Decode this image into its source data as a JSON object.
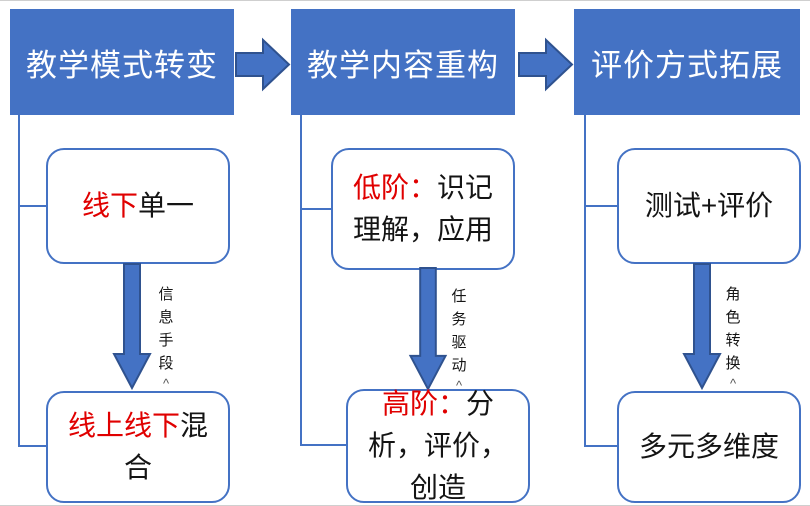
{
  "diagram": {
    "columns": [
      {
        "header": "教学模式转变",
        "boxes": [
          {
            "red": "线下",
            "black": "单一"
          },
          {
            "red": "线上线下",
            "black": "混合"
          }
        ],
        "arrow_label": "信息手段",
        "arrow_caret": "^"
      },
      {
        "header": "教学内容重构",
        "boxes": [
          {
            "red": "低阶：",
            "black": "识记理解，应用"
          },
          {
            "red": "高阶：",
            "black": "分析，评价，创造"
          }
        ],
        "arrow_label": "任务驱动",
        "arrow_caret": "^"
      },
      {
        "header": "评价方式拓展",
        "boxes": [
          {
            "red": "",
            "black": "测试+评价"
          },
          {
            "red": "",
            "black": "多元多维度"
          }
        ],
        "arrow_label": "角色转换",
        "arrow_caret": "^"
      }
    ],
    "colors": {
      "header_fill": "#4472C4",
      "arrow_fill": "#4472C4",
      "arrow_outline": "#2F528F",
      "box_border": "#4472C4",
      "red_text": "#E00000",
      "connector": "#4472C4"
    }
  }
}
